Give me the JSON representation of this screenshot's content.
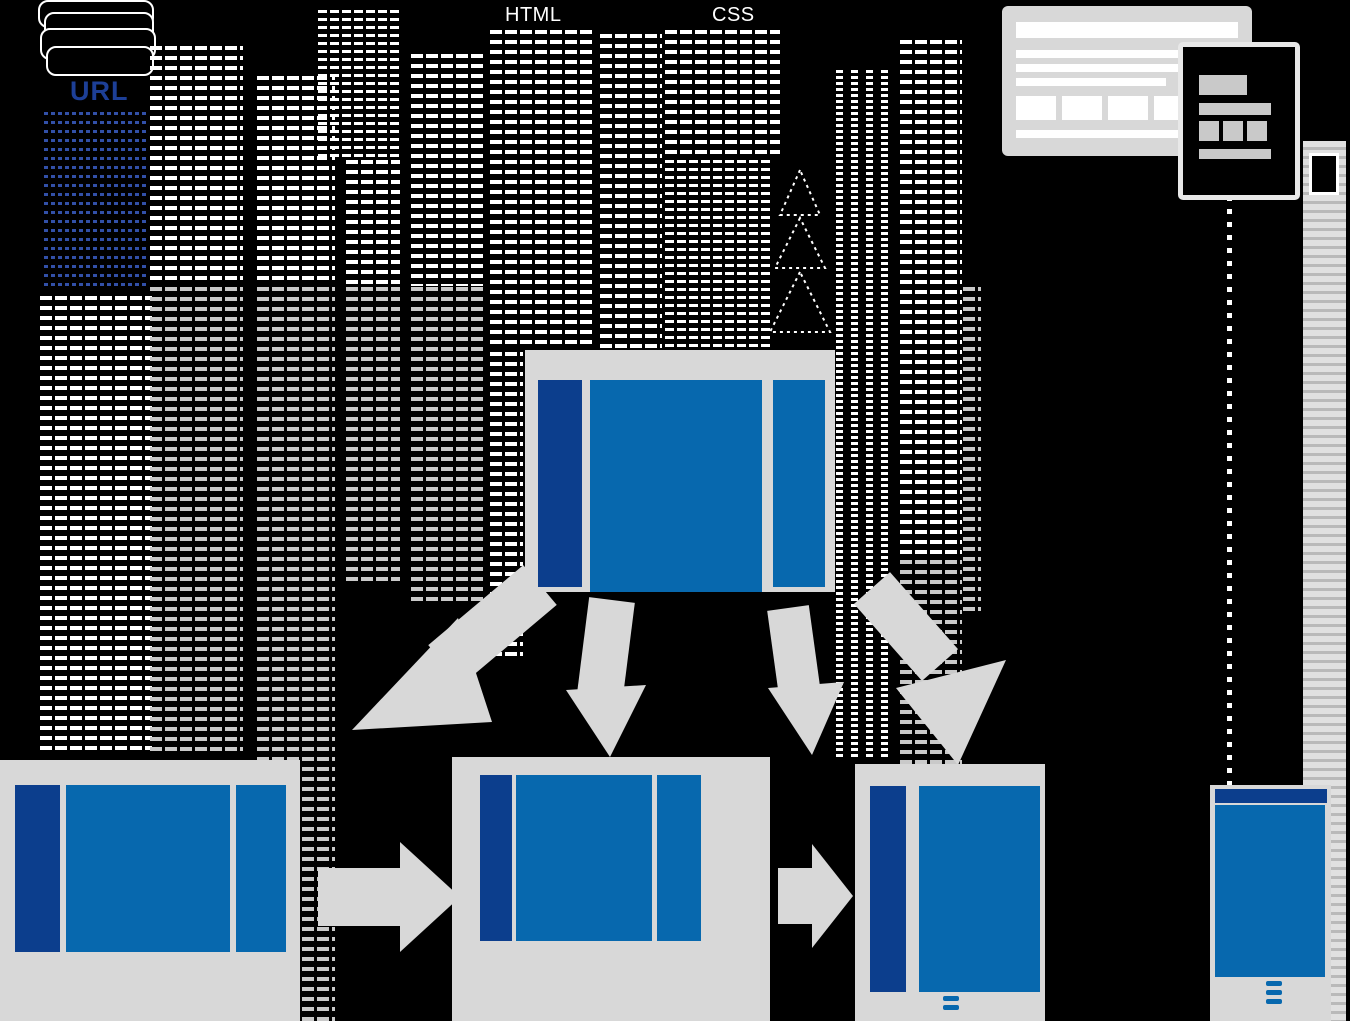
{
  "diagram": {
    "labels": {
      "url": "URL",
      "html": "HTML",
      "css": "CSS"
    },
    "palette": {
      "background": "#000000",
      "line_white": "#ffffff",
      "line_gray": "#c9c9c9",
      "panel_gray": "#d8d8d8",
      "blue_dark": "#0c3e8d",
      "blue": "#0768ae",
      "url_text_blue": "#1d3f97"
    },
    "icons": {
      "resource_stack": "stacked-pages-outline",
      "css_tree": "nested-dotted-triangles",
      "film_strip": "ridged-strip",
      "scroll_indicator": "blue-dash-stack",
      "flow_arrow": "gray-chevron-arrow"
    }
  }
}
